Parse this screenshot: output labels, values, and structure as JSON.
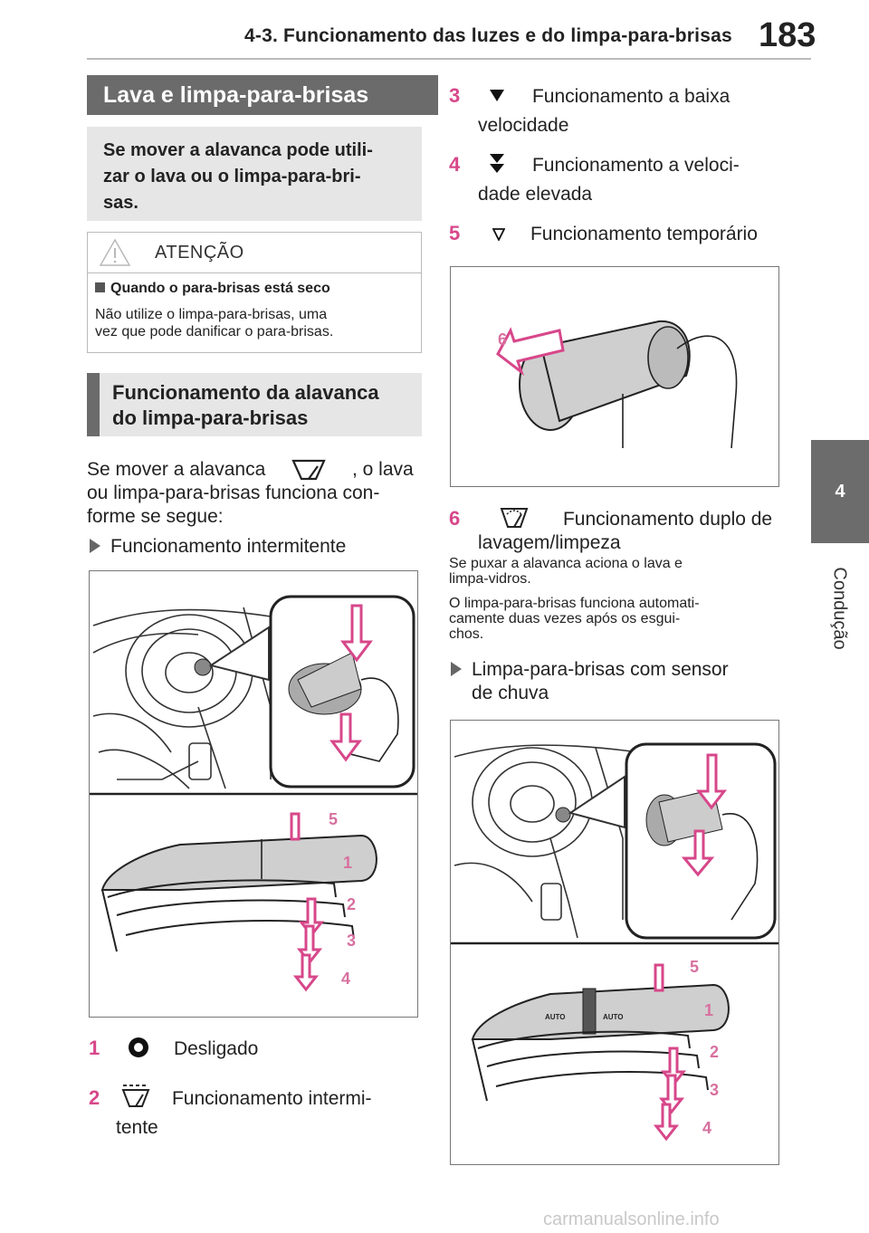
{
  "header": {
    "title": "4-3. Funcionamento das luzes e do limpa-para-brisas",
    "page_number": "183"
  },
  "side_tab": {
    "number": "4",
    "label": "Condução"
  },
  "left": {
    "section_title": "Lava e limpa-para-brisas",
    "intro": "Se mover a alavanca pode utili-\nzar o lava ou o limpa-para-bri-\nsas.",
    "warning": {
      "title": "ATENÇÃO",
      "heading": "Quando o para-brisas está seco",
      "text_line1": "Não utilize o limpa-para-brisas, uma",
      "text_line2": "vez que pode danificar o para-brisas."
    },
    "subsection_line1": "Funcionamento da alavanca",
    "subsection_line2": "do limpa-para-brisas",
    "para_a": "Se mover a alavanca",
    "para_b": ", o lava",
    "para_line2": "ou limpa-para-brisas funciona con-",
    "para_line3": "forme se segue:",
    "bullet_intermittent": "Funcionamento intermitente",
    "figure_labels": [
      "5",
      "1",
      "2",
      "3",
      "4"
    ],
    "items": [
      {
        "num": "1",
        "text": "Desligado",
        "icon": "off-circle-icon"
      },
      {
        "num": "2",
        "text_line1": "Funcionamento intermi-",
        "text_line2": "tente",
        "icon": "intermittent-wiper-icon"
      }
    ]
  },
  "right": {
    "items": [
      {
        "num": "3",
        "text_line1": "Funcionamento a baixa",
        "text_line2": "velocidade",
        "icon": "low-speed-icon"
      },
      {
        "num": "4",
        "text_line1": "Funcionamento a veloci-",
        "text_line2": "dade elevada",
        "icon": "high-speed-icon"
      },
      {
        "num": "5",
        "text": "Funcionamento temporário",
        "icon": "mist-icon"
      }
    ],
    "figure_label": "6",
    "item6": {
      "num": "6",
      "text_line1": "Funcionamento duplo de",
      "text_line2": "lavagem/limpeza",
      "icon": "washer-icon"
    },
    "note1_line1": "Se puxar a alavanca aciona o lava e",
    "note1_line2": "limpa-vidros.",
    "note2_line1": "O limpa-para-brisas funciona automati-",
    "note2_line2": "camente duas vezes após os esgui-",
    "note2_line3": "chos.",
    "bullet_rain_line1": "Limpa-para-brisas com sensor",
    "bullet_rain_line2": "de chuva",
    "figure_labels": [
      "5",
      "1",
      "2",
      "3",
      "4"
    ],
    "auto_label": "AUTO"
  },
  "watermark": "carmanualsonline.info",
  "colors": {
    "accent_pink": "#d7478a",
    "section_grey": "#6b6b6b",
    "box_grey": "#e6e6e6"
  }
}
